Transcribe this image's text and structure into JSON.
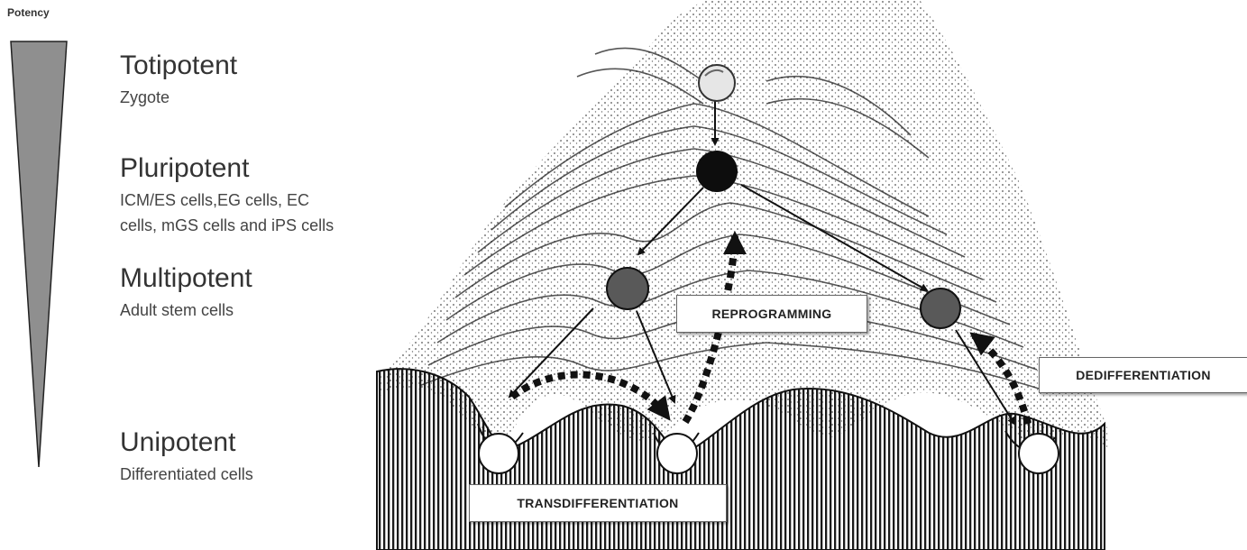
{
  "potency_axis": {
    "label": "Potency"
  },
  "levels": [
    {
      "name": "Totipotent",
      "desc_lines": [
        "Zygote"
      ]
    },
    {
      "name": "Pluripotent",
      "desc_lines": [
        "ICM/ES cells,EG cells, EC",
        "cells, mGS cells and iPS cells"
      ]
    },
    {
      "name": "Multipotent",
      "desc_lines": [
        "Adult stem cells"
      ]
    },
    {
      "name": "Unipotent",
      "desc_lines": [
        "Differentiated cells"
      ]
    }
  ],
  "processes": {
    "reprogramming": "REPROGRAMMING",
    "dedifferentiation": "DEDIFFERENTIATION",
    "transdifferentiation": "TRANSDIFFERENTIATION"
  },
  "colors": {
    "wedge": "#8f8f8f",
    "pluripotent_cell": "#0d0d0d",
    "multipotent_cell": "#595959",
    "unipotent_cell": "#ffffff",
    "ink": "#1c1c1c"
  }
}
